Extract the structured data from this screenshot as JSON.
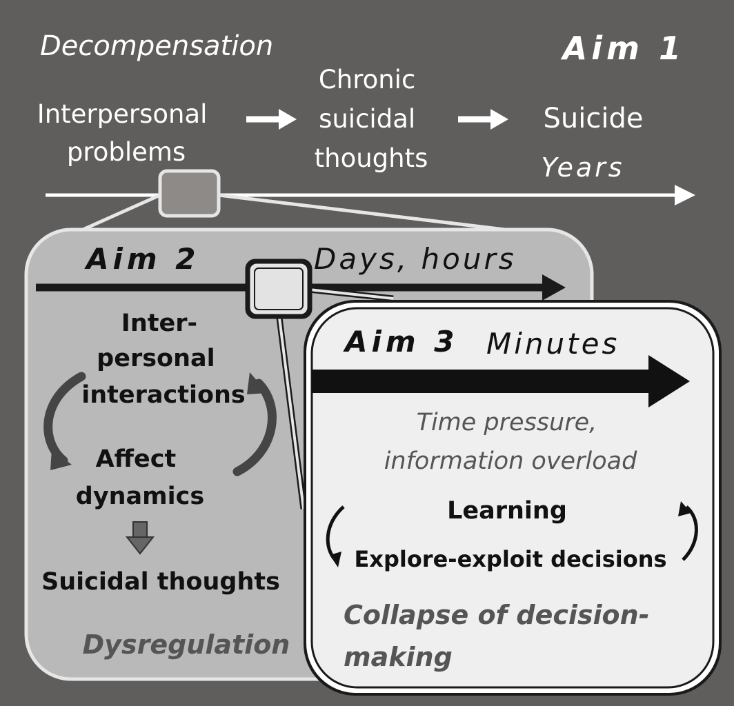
{
  "colors": {
    "background": "#5f5e5d",
    "white": "#ffffff",
    "aim2_panel": "#b9b9b9",
    "aim3_panel": "#efefef",
    "dark_text": "#111111",
    "soft_text": "#555555"
  },
  "aim1": {
    "label": "Aim 1",
    "mechanism": "Decompensation",
    "timescale": "Years",
    "sequence": [
      {
        "lines": [
          "Interpersonal",
          "problems"
        ]
      },
      {
        "lines": [
          "Chronic",
          "suicidal",
          "thoughts"
        ]
      },
      {
        "lines": [
          "Suicide"
        ]
      }
    ]
  },
  "aim2": {
    "label": "Aim 2",
    "timescale": "Days, hours",
    "interactions_lines": [
      "Inter-",
      "personal",
      "interactions"
    ],
    "affect_lines": [
      "Affect",
      "dynamics"
    ],
    "outcome": "Suicidal thoughts",
    "mechanism": "Dysregulation"
  },
  "aim3": {
    "label": "Aim 3",
    "timescale": "Minutes",
    "context_lines": [
      "Time pressure,",
      "information overload"
    ],
    "loop_top": "Learning",
    "loop_bottom": "Explore-exploit decisions",
    "mechanism_lines": [
      "Collapse of decision-",
      "making"
    ]
  },
  "icons": [
    "right-arrow-icon",
    "cycle-arrow-icon",
    "down-arrow-icon",
    "zoom-box-icon"
  ]
}
